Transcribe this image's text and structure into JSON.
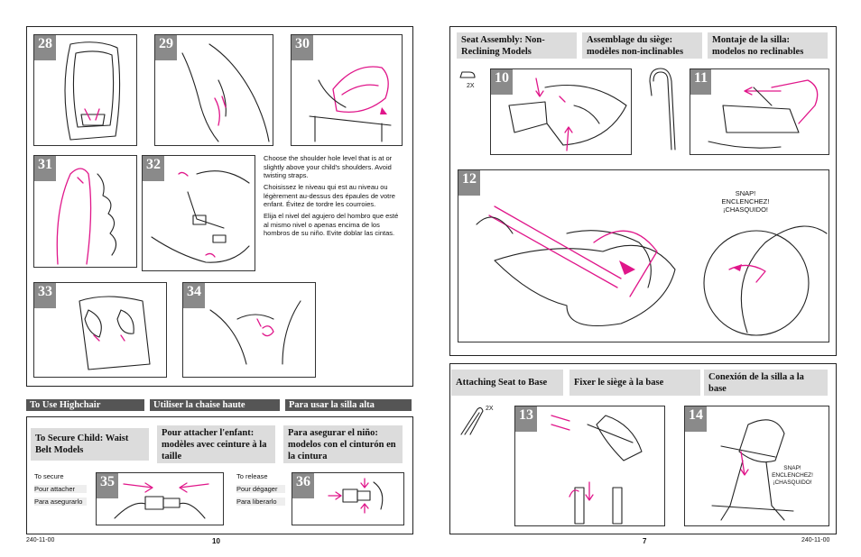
{
  "colors": {
    "accent": "#e0168a",
    "header_gray": "#dcdcdc",
    "bar_dark": "#555555",
    "number_box": "#8a8a8a"
  },
  "steps": {
    "s28": "28",
    "s29": "29",
    "s30": "30",
    "s31": "31",
    "s32": "32",
    "s33": "33",
    "s34": "34",
    "s35": "35",
    "s36": "36",
    "s10": "10",
    "s11": "11",
    "s12": "12",
    "s13": "13",
    "s14": "14"
  },
  "shoulder_note": {
    "en": "Choose the shoulder hole level that is at or slightly above your child's shoulders. Avoid twisting straps.",
    "fr": "Choisissez le niveau qui est au niveau ou légèrement au-dessus des épaules de votre enfant. Évitez de tordre les courroies.",
    "es": "Elija el nivel del agujero del hombro que esté al mismo nivel o apenas encima de los hombros de su niño. Evite doblar las cintas."
  },
  "use_highchair": {
    "en": "To Use Highchair",
    "fr": "Utiliser la chaise haute",
    "es": "Para usar la silla alta"
  },
  "secure_child": {
    "en": "To Secure Child: Waist Belt Models",
    "fr": "Pour attacher l'enfant: modèles avec ceinture à la taille",
    "es": "Para asegurar el niño: modelos con el cinturón en la cintura"
  },
  "secure_labels": {
    "en": "To secure",
    "fr": "Pour attacher",
    "es": "Para asegurarlo"
  },
  "release_labels": {
    "en": "To release",
    "fr": "Pour dégager",
    "es": "Para liberarlo"
  },
  "seat_assembly": {
    "en": "Seat Assembly: Non-Reclining Models",
    "fr": "Assemblage du siège: modèles non-inclinables",
    "es": "Montaje de la silla: modelos no reclinables"
  },
  "attach_seat": {
    "en": "Attaching Seat to Base",
    "fr": "Fixer le siège à la base",
    "es": "Conexión de la silla a la base"
  },
  "qty_2x": "2X",
  "snap": {
    "en": "SNAP!",
    "fr": "ENCLENCHEZ!",
    "es": "¡CHASQUIDO!"
  },
  "footer": {
    "left_code": "240-11-00",
    "left_page": "10",
    "right_page": "7",
    "right_code": "240-11-00"
  }
}
